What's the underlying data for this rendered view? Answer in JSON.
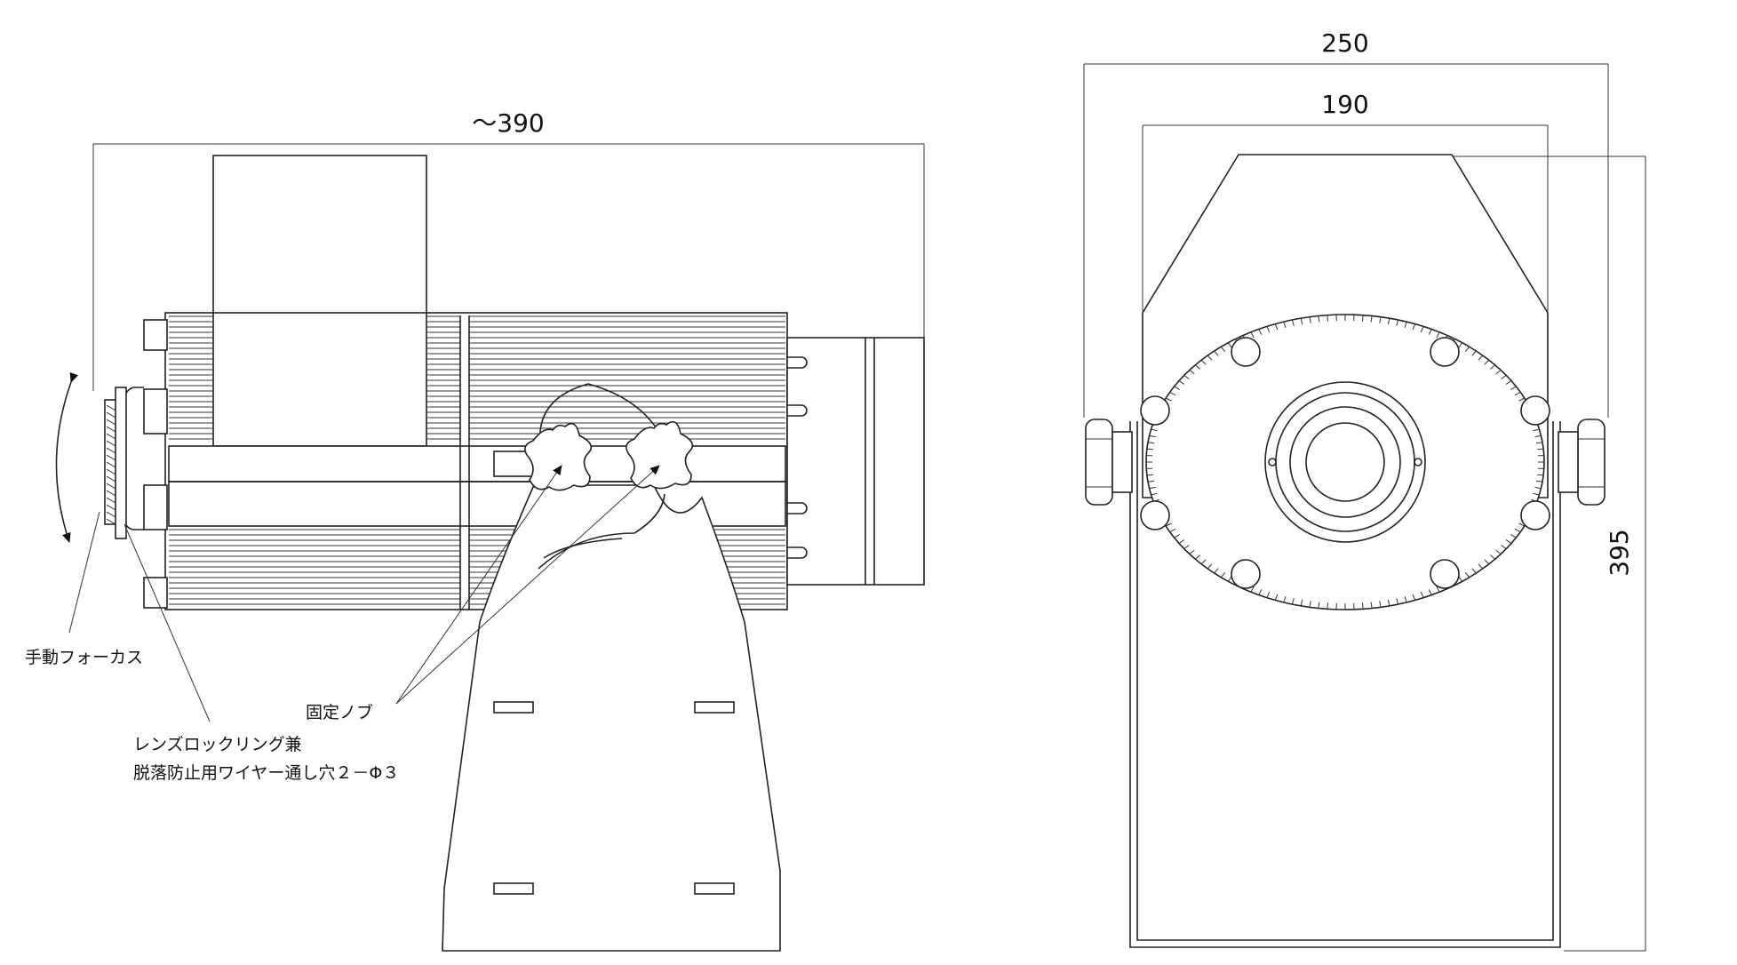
{
  "dimensions": {
    "side_length": "～390",
    "front_width_outer": "250",
    "front_width_inner": "190",
    "front_height": "395"
  },
  "labels": {
    "manual_focus": "手動フォーカス",
    "lens_lock_line1": "レンズロックリング兼",
    "lens_lock_line2": "脱落防止用ワイヤー通し穴２－Φ３",
    "fixing_knob": "固定ノブ"
  }
}
